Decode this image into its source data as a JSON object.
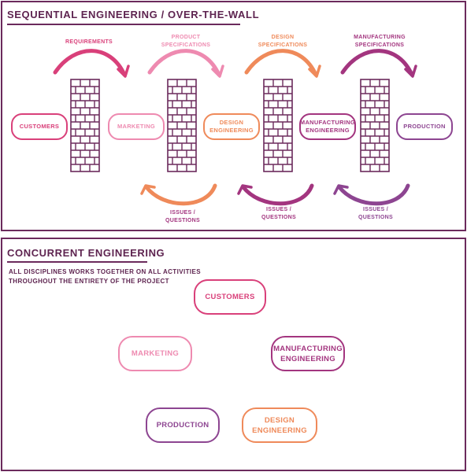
{
  "sequential": {
    "title": "SEQUENTIAL ENGINEERING / OVER-THE-WALL",
    "stages": [
      "CUSTOMERS",
      "MARKETING",
      "DESIGN\nENGINEERING",
      "MANUFACTURING\nENGINEERING",
      "PRODUCTION"
    ],
    "forward_labels": [
      "REQUIREMENTS",
      "PRODUCT\nSPECIFICATIONS",
      "DESIGN\nSPECIFICATIONS",
      "MANUFACTURING\nSPECIFICATIONS"
    ],
    "feedback_labels": [
      "ISSUES /\nQUESTIONS",
      "ISSUES /\nQUESTIONS",
      "ISSUES /\nQUESTIONS"
    ]
  },
  "concurrent": {
    "title": "CONCURRENT ENGINEERING",
    "description": "ALL DISCIPLINES WORKS TOGETHER ON ALL ACTIVITIES THROUGHOUT THE ENTIRETY OF THE PROJECT",
    "nodes": [
      "CUSTOMERS",
      "MARKETING",
      "MANUFACTURING\nENGINEERING",
      "PRODUCTION",
      "DESIGN\nENGINEERING"
    ]
  },
  "colors": {
    "frame": "#6b2a5c",
    "customers": "#d9407a",
    "marketing": "#ee8ab0",
    "design": "#ef8a5a",
    "manufacturing": "#a3357f",
    "production": "#8d4591",
    "wall": "#6b2a5c"
  }
}
